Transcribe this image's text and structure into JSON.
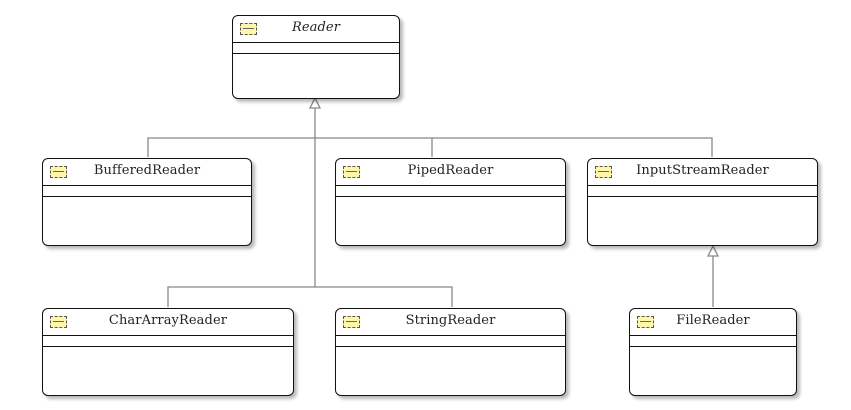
{
  "diagram": {
    "classes": {
      "reader": {
        "name": "Reader",
        "abstract": true
      },
      "buffered_reader": {
        "name": "BufferedReader"
      },
      "piped_reader": {
        "name": "PipedReader"
      },
      "input_stream_reader": {
        "name": "InputStreamReader"
      },
      "char_array_reader": {
        "name": "CharArrayReader"
      },
      "string_reader": {
        "name": "StringReader"
      },
      "file_reader": {
        "name": "FileReader"
      }
    },
    "relations": [
      {
        "type": "generalization",
        "from": "BufferedReader",
        "to": "Reader"
      },
      {
        "type": "generalization",
        "from": "PipedReader",
        "to": "Reader"
      },
      {
        "type": "generalization",
        "from": "InputStreamReader",
        "to": "Reader"
      },
      {
        "type": "generalization",
        "from": "CharArrayReader",
        "to": "Reader"
      },
      {
        "type": "generalization",
        "from": "StringReader",
        "to": "Reader"
      },
      {
        "type": "generalization",
        "from": "FileReader",
        "to": "InputStreamReader"
      }
    ],
    "colors": {
      "line": "#888888",
      "box_border": "#111111",
      "icon_fill": "#fff7a8"
    }
  }
}
